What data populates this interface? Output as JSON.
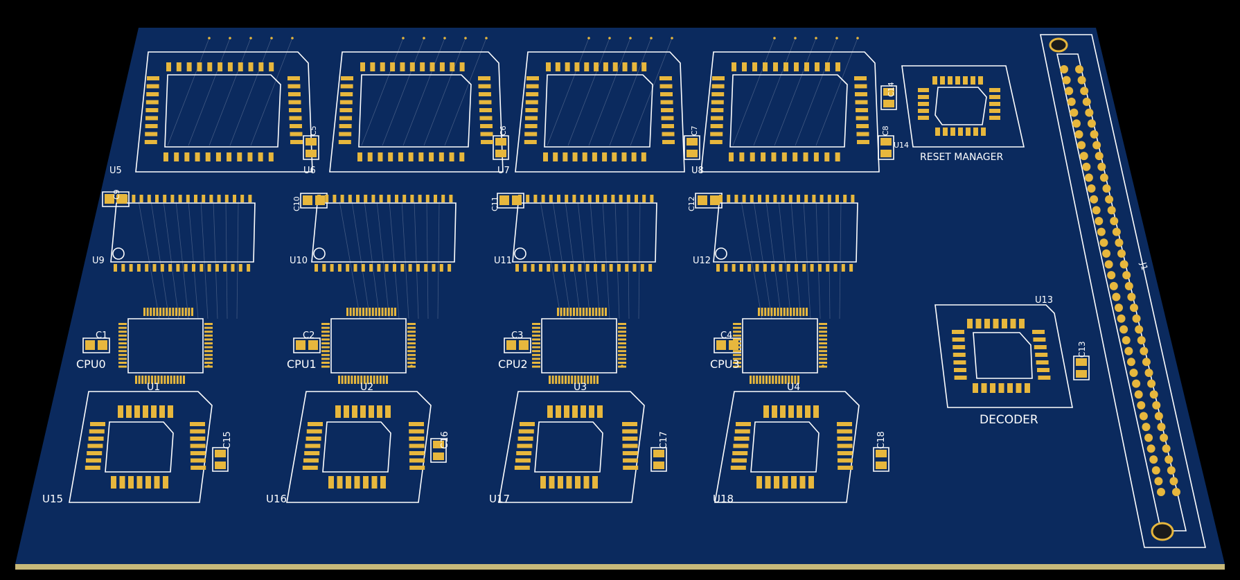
{
  "colors": {
    "background": "#000000",
    "board": "#0b2a5e",
    "board_edge": "#c8b97a",
    "silkscreen": "#ffffff",
    "copper": "#e7b73d",
    "trace": "#6f7fa0"
  },
  "labels": {
    "plcc44": [
      "U5",
      "U6",
      "U7",
      "U8"
    ],
    "plcc44_caps": [
      "C5",
      "C6",
      "C7",
      "C8"
    ],
    "tsop": [
      "U9",
      "U10",
      "U11",
      "U12"
    ],
    "tsop_caps": [
      "C9",
      "C10",
      "C11",
      "C12"
    ],
    "cpu_refs": [
      "U1",
      "U2",
      "U3",
      "U4"
    ],
    "cpu_names": [
      "CPU0",
      "CPU1",
      "CPU2",
      "CPU3"
    ],
    "cpu_caps": [
      "C1",
      "C2",
      "C3",
      "C4"
    ],
    "plcc28": [
      "U15",
      "U16",
      "U17",
      "U18"
    ],
    "plcc28_caps": [
      "C15",
      "C16",
      "C17",
      "C18"
    ],
    "reset_ref": "U14",
    "reset_cap": "C14",
    "reset_name": "RESET MANAGER",
    "decoder_ref": "U13",
    "decoder_cap": "C13",
    "decoder_name": "DECODER",
    "connector_ref": "J1"
  }
}
